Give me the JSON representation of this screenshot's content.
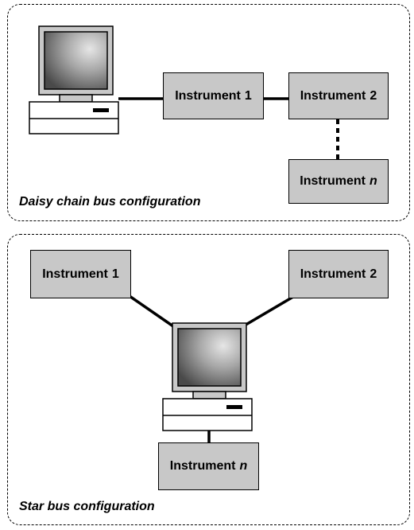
{
  "panels": [
    {
      "caption": "Daisy chain bus configuration",
      "instruments": [
        {
          "label": "Instrument",
          "suffix": "1"
        },
        {
          "label": "Instrument",
          "suffix": "2"
        },
        {
          "label": "Instrument",
          "suffix": "n"
        }
      ]
    },
    {
      "caption": "Star bus configuration",
      "instruments": [
        {
          "label": "Instrument",
          "suffix": "1"
        },
        {
          "label": "Instrument",
          "suffix": "2"
        },
        {
          "label": "Instrument",
          "suffix": "n"
        }
      ]
    }
  ],
  "colors": {
    "instrument_fill": "#c8c8c8",
    "outline": "#000000",
    "screen_gradient_light": "#e6e6e6",
    "screen_gradient_dark": "#4a4a4a"
  },
  "icons": [
    "computer-icon"
  ]
}
